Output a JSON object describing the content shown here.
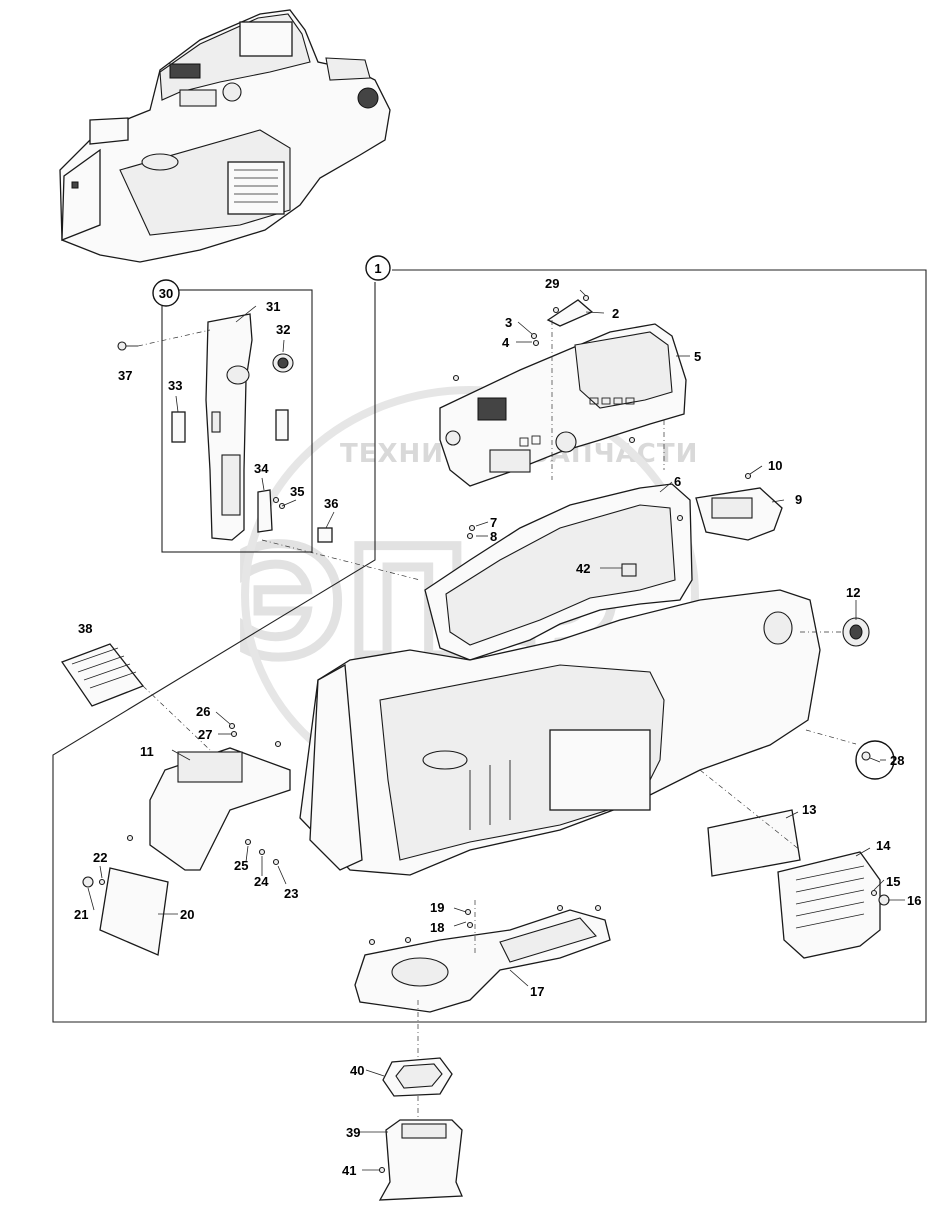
{
  "watermark": {
    "line": "ТЕХНИКА И ЗАПЧАСТИ",
    "logo": "ЭПФ"
  },
  "callouts": [
    "1",
    "2",
    "3",
    "4",
    "5",
    "6",
    "7",
    "8",
    "9",
    "10",
    "11",
    "12",
    "13",
    "14",
    "15",
    "16",
    "17",
    "18",
    "19",
    "20",
    "21",
    "22",
    "23",
    "24",
    "25",
    "26",
    "27",
    "28",
    "29",
    "30",
    "31",
    "32",
    "33",
    "34",
    "35",
    "36",
    "37",
    "38",
    "39",
    "40",
    "41",
    "42"
  ],
  "group_callouts": {
    "assembly": "1",
    "pillar_kit": "30"
  }
}
